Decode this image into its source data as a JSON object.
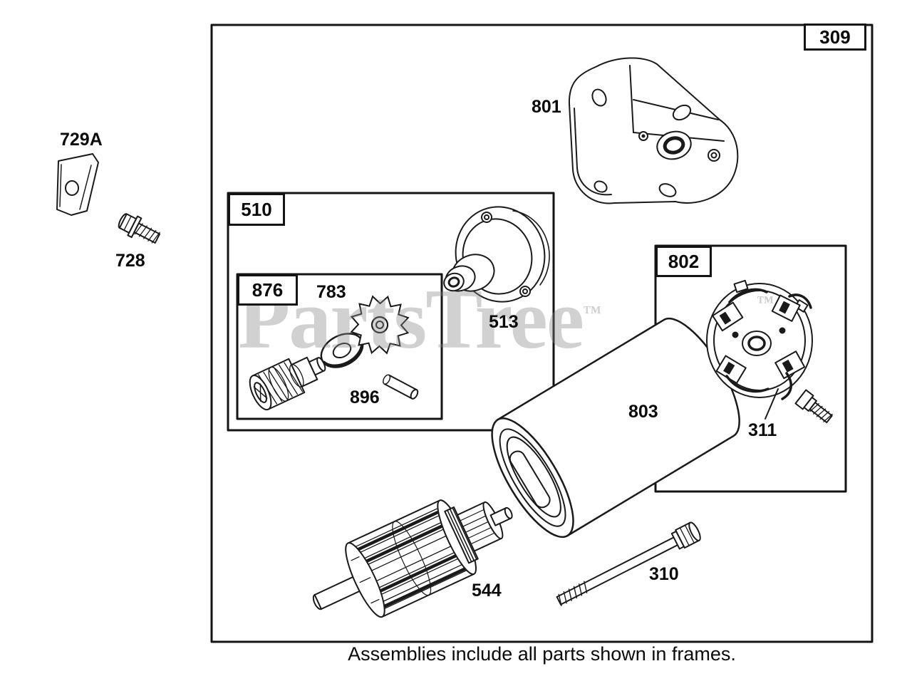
{
  "watermark": {
    "text": "PartsTree",
    "tm": "™"
  },
  "caption": "Assemblies include all parts shown in frames.",
  "colors": {
    "line": "#1a1a1a",
    "label_text": "#0b0b0b",
    "watermark_gray": "#d1d1d1",
    "background": "#ffffff"
  },
  "frames": {
    "main": {
      "label": "309"
    },
    "gear_drive": {
      "label": "510"
    },
    "clutch": {
      "label": "876"
    },
    "brush_assembly": {
      "label": "802"
    }
  },
  "parts": {
    "bracket": {
      "label": "729A"
    },
    "screw": {
      "label": "728"
    },
    "end_cap": {
      "label": "801"
    },
    "gear": {
      "label": "783"
    },
    "pin": {
      "label": "896"
    },
    "gear_housing": {
      "label": "513"
    },
    "motor_housing": {
      "label": "803"
    },
    "brush_plate": {
      "label": "311"
    },
    "armature": {
      "label": "544"
    },
    "through_bolt": {
      "label": "310"
    }
  }
}
